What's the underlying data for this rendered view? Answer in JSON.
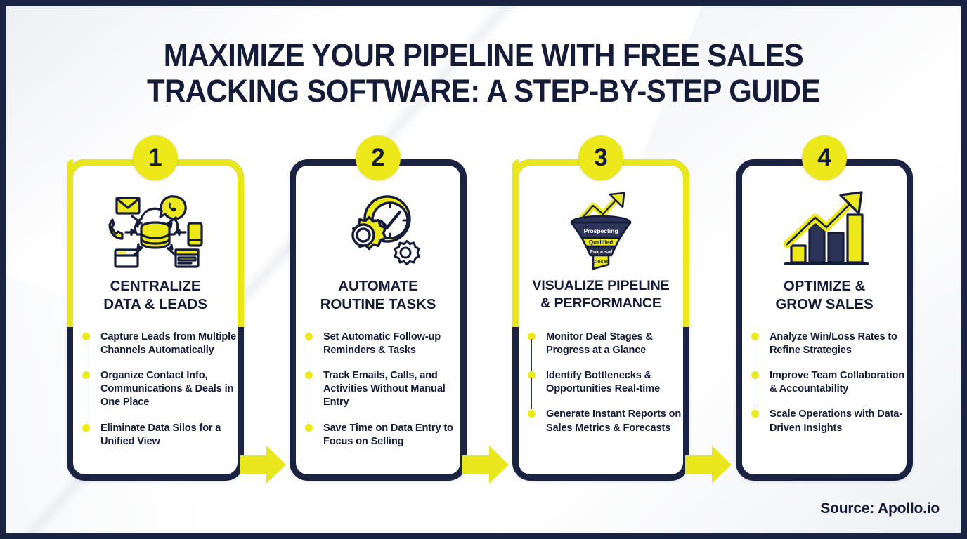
{
  "title": {
    "line1": "MAXIMIZE YOUR PIPELINE WITH FREE SALES",
    "line2": "TRACKING SOFTWARE: A STEP-BY-STEP GUIDE"
  },
  "colors": {
    "yellow": "#ECE81A",
    "navy": "#1B2342",
    "text_dark": "#141C3A",
    "background": "#FBFBFC"
  },
  "steps": [
    {
      "number": "1",
      "icon": "cloud-database-channels-icon",
      "title_line1": "CENTRALIZE",
      "title_line2": "DATA & LEADS",
      "border_style": "yellow-top",
      "bullets": [
        "Capture Leads from Multiple Channels Automatically",
        "Organize Contact Info, Communications & Deals in One Place",
        "Eliminate Data Silos for a Unified View"
      ]
    },
    {
      "number": "2",
      "icon": "gears-clock-icon",
      "title_line1": "AUTOMATE",
      "title_line2": "ROUTINE TASKS",
      "border_style": "navy",
      "bullets": [
        "Set Automatic Follow-up Reminders & Tasks",
        "Track Emails, Calls, and Activities Without Manual Entry",
        "Save Time on Data Entry to Focus on Selling"
      ]
    },
    {
      "number": "3",
      "icon": "sales-funnel-growth-icon",
      "title_line1": "VISUALIZE PIPELINE",
      "title_line2": "& PERFORMANCE",
      "border_style": "yellow-top",
      "funnel_stages": [
        "Prospecting",
        "Qualified",
        "Proposal",
        "Closed"
      ],
      "bullets": [
        "Monitor Deal Stages & Progress at a Glance",
        "Identify Bottlenecks & Opportunities Real-time",
        "Generate Instant Reports on Sales Metrics & Forecasts"
      ]
    },
    {
      "number": "4",
      "icon": "bar-chart-growth-arrow-icon",
      "title_line1": "OPTIMIZE &",
      "title_line2": "GROW SALES",
      "border_style": "navy",
      "bullets": [
        "Analyze Win/Loss Rates to Refine Strategies",
        "Improve Team Collaboration & Accountability",
        "Scale Operations with Data-Driven Insights"
      ]
    }
  ],
  "arrows": [
    "arrow-right-icon",
    "arrow-right-icon",
    "arrow-right-icon"
  ],
  "source": "Source: Apollo.io"
}
